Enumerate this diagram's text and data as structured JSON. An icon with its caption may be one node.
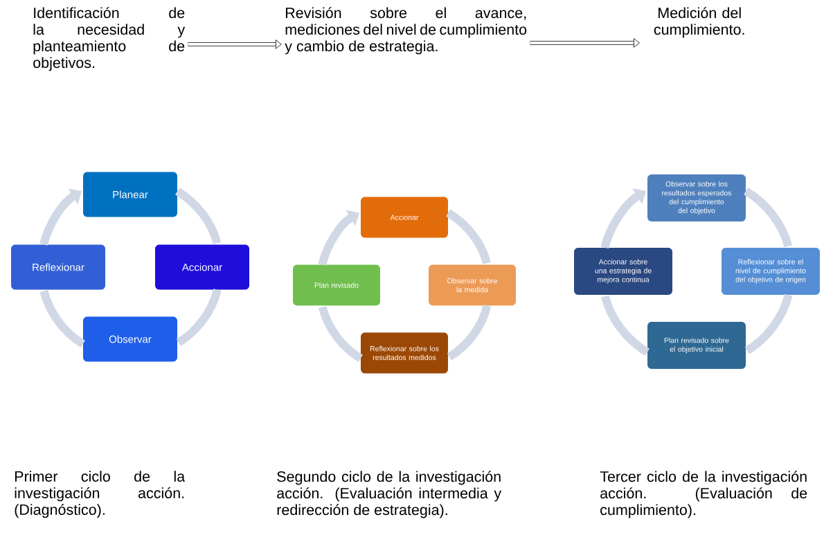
{
  "diagram": {
    "nodes": [
      {
        "text": [
          "Identificación de la necesidad y planteamiento de objetivos."
        ]
      },
      {
        "text": [
          "Revisión sobre el avance, mediciones del nivel de cumplimiento y cambio de estrategia."
        ]
      },
      {
        "text": [
          "Medición del cumplimiento."
        ]
      },
      {
        "text": [
          "Planear"
        ]
      },
      {
        "text": [
          "Reflexionar"
        ]
      },
      {
        "text": [
          "Accionar"
        ]
      },
      {
        "text": [
          "Observar"
        ]
      },
      {
        "text": [
          "Accionar"
        ]
      },
      {
        "text": [
          "Plan revisado"
        ]
      },
      {
        "text": [
          "Observar sobre la medida"
        ]
      },
      {
        "text": [
          "Reflexionar sobre los resultados medidos"
        ]
      },
      {
        "text": [
          "Observar sobre los resultados esperados del cumplimiento del objetivo"
        ]
      },
      {
        "text": [
          "Accionar sobre una estrategia de mejora continua"
        ]
      },
      {
        "text": [
          "Reflexionar sobre el nivel de cumplimiento del objetivo de origen"
        ]
      },
      {
        "text": [
          "Plan revisado sobre el objetivo inicial"
        ]
      }
    ],
    "edges": [
      {
        "from": 0,
        "to": 1,
        "arrow": "to",
        "color": "#000000"
      },
      {
        "from": 1,
        "to": 2,
        "arrow": "to",
        "color": "#000000"
      },
      {
        "from": 3,
        "to": 5,
        "arrow": "none"
      },
      {
        "from": 5,
        "to": 6,
        "arrow": "none"
      },
      {
        "from": 6,
        "to": 4,
        "arrow": "none"
      },
      {
        "from": 4,
        "to": 3,
        "arrow": "to"
      },
      {
        "from": 7,
        "to": 9,
        "arrow": "none"
      },
      {
        "from": 9,
        "to": 10,
        "arrow": "none"
      },
      {
        "from": 10,
        "to": 8,
        "arrow": "none"
      },
      {
        "from": 8,
        "to": 7,
        "arrow": "to"
      },
      {
        "from": 11,
        "to": 13,
        "arrow": "none"
      },
      {
        "from": 13,
        "to": 14,
        "arrow": "none"
      },
      {
        "from": 14,
        "to": 12,
        "arrow": "none"
      },
      {
        "from": 12,
        "to": 11,
        "arrow": "to"
      }
    ],
    "labels": [
      "Primer ciclo de la investigación acción. (Diagnóstico).",
      "Segundo ciclo de la investigación acción. (Evaluación intermedia y redirección de estrategia).",
      "Tercer ciclo de la investigación acción. (Evaluación de cumplimiento)."
    ]
  }
}
